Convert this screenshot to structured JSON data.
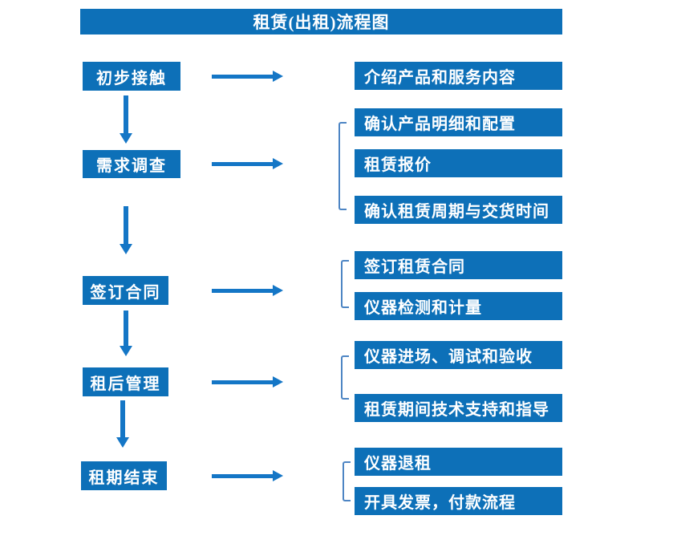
{
  "colors": {
    "box_blue": "#0d70b8",
    "arrow_blue": "#1476c6",
    "bracket_blue": "#4d85c4",
    "text_white": "#ffffff",
    "background": "#ffffff"
  },
  "flow": {
    "title": "租赁(出租)流程图",
    "steps": [
      "初步接触",
      "需求调查",
      "签订合同",
      "租后管理",
      "租期结束"
    ],
    "groups": [
      {
        "items": [
          "介绍产品和服务内容"
        ]
      },
      {
        "items": [
          "确认产品明细和配置",
          "租赁报价",
          "确认租赁周期与交货时间"
        ]
      },
      {
        "items": [
          "签订租赁合同",
          "仪器检测和计量"
        ]
      },
      {
        "items": [
          "仪器进场、调试和验收",
          "租赁期间技术支持和指导"
        ]
      },
      {
        "items": [
          "仪器退租",
          "开具发票，付款流程"
        ]
      }
    ]
  }
}
